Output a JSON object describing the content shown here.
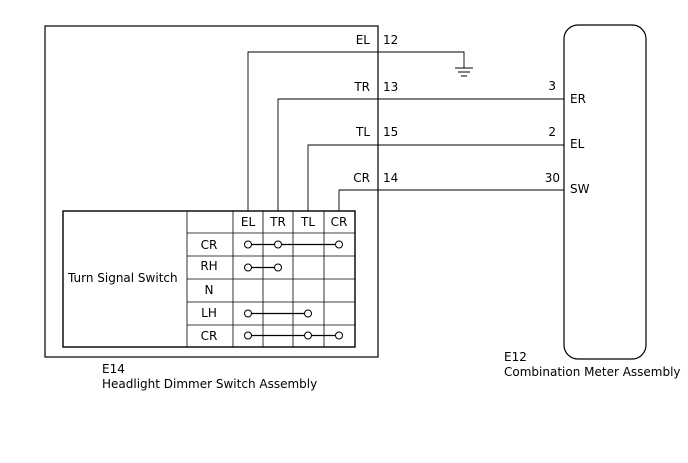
{
  "dimmer_assembly": {
    "code": "E14",
    "name": "Headlight Dimmer Switch Assembly",
    "switch_label": "Turn Signal Switch",
    "terminal_headers": [
      "EL",
      "TR",
      "TL",
      "CR"
    ],
    "positions": [
      {
        "label": "CR",
        "connected": [
          "EL",
          "TR",
          "CR"
        ]
      },
      {
        "label": "RH",
        "connected": [
          "EL",
          "TR"
        ]
      },
      {
        "label": "N",
        "connected": []
      },
      {
        "label": "LH",
        "connected": [
          "EL",
          "TL"
        ]
      },
      {
        "label": "CR",
        "connected": [
          "EL",
          "TL",
          "CR"
        ]
      }
    ],
    "pins": [
      {
        "name": "EL",
        "number": "12"
      },
      {
        "name": "TR",
        "number": "13"
      },
      {
        "name": "TL",
        "number": "15"
      },
      {
        "name": "CR",
        "number": "14"
      }
    ]
  },
  "meter_assembly": {
    "code": "E12",
    "name": "Combination Meter Assembly",
    "pins": [
      {
        "name": "ER",
        "number": "3"
      },
      {
        "name": "EL",
        "number": "2"
      },
      {
        "name": "SW",
        "number": "30"
      }
    ]
  },
  "wires": [
    {
      "from": "EL 12",
      "to": "ground"
    },
    {
      "from": "TR 13",
      "to": "ER 3"
    },
    {
      "from": "TL 15",
      "to": "EL 2"
    },
    {
      "from": "CR 14",
      "to": "SW 30"
    }
  ]
}
